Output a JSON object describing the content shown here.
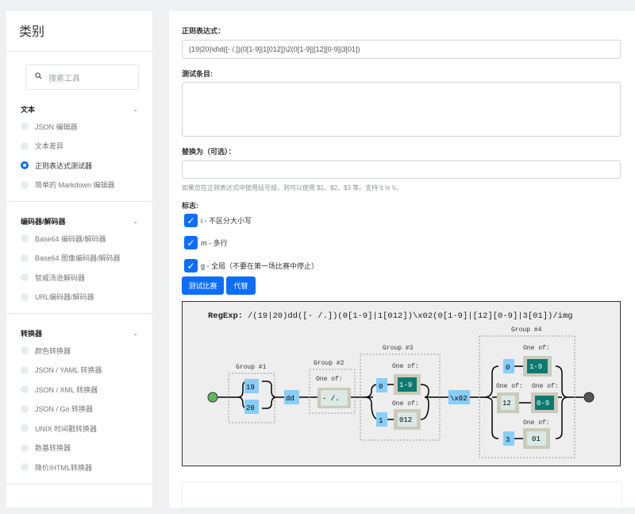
{
  "sidebar": {
    "title": "类别",
    "search_placeholder": "搜索工具",
    "groups": [
      {
        "title": "文本",
        "items": [
          "JSON 编辑器",
          "文本差异",
          "正则表达式测试器",
          "简单的 Markdown 编辑器"
        ]
      },
      {
        "title": "编码器/解码器",
        "items": [
          "Base64 编码器/解码器",
          "Base64 图像编码器/解码器",
          "智威汤逊解码器",
          "URL编码器/解码器"
        ]
      },
      {
        "title": "转换器",
        "items": [
          "颜色转换器",
          "JSON / YAML 转换器",
          "JSON / XML 转换器",
          "JSON / Go 转换器",
          "UNIX 时间戳转换器",
          "数基转换器",
          "降价/HTML转换器"
        ]
      }
    ],
    "active_item": "正则表达式测试器"
  },
  "form": {
    "regex_label": "正则表达式：",
    "regex_value": "(19|20)\\d\\d([- /.])(0[1-9]|1[012])\\2(0[1-9]|[12][0-9]|3[01])",
    "test_label": "测试条目:",
    "test_value": "",
    "replace_label": "替换为（可选）：",
    "replace_value": "",
    "help_text": "如果您在正则表达式中使用括号组，则可以使用 $1、$2、$3 等。支持 \\t \\n \\r。",
    "flags_label": "标志:",
    "flags": [
      {
        "label": "i - 不区分大小写",
        "checked": true
      },
      {
        "label": "m - 多行",
        "checked": true
      },
      {
        "label": "g - 全局（不要在第一场比赛中停止）",
        "checked": true
      }
    ],
    "test_button": "测试比赛",
    "replace_button": "代替"
  },
  "diagram": {
    "prefix": "RegExp:",
    "expression": "/(19|20)dd([- /.])(0[1-9]|1[012])\\x02(0[1-9]|[12][0-9]|3[01])/img",
    "group1_title": "Group #1",
    "group2_title": "Group #2",
    "group3_title": "Group #3",
    "group4_title": "Group #4",
    "one_of": "One of:",
    "g1_a": "19",
    "g1_b": "20",
    "dd": "dd",
    "g2_class": "- /.",
    "g3_a_lit": "0",
    "g3_a_class": "1-9",
    "g3_b_lit": "1",
    "g3_b_class": "012",
    "x02": "\\x02",
    "g4_a_lit": "0",
    "g4_a_class": "1-9",
    "g4_b_class1": "12",
    "g4_b_class2": "0-9",
    "g4_c_lit": "3",
    "g4_c_class": "01"
  }
}
